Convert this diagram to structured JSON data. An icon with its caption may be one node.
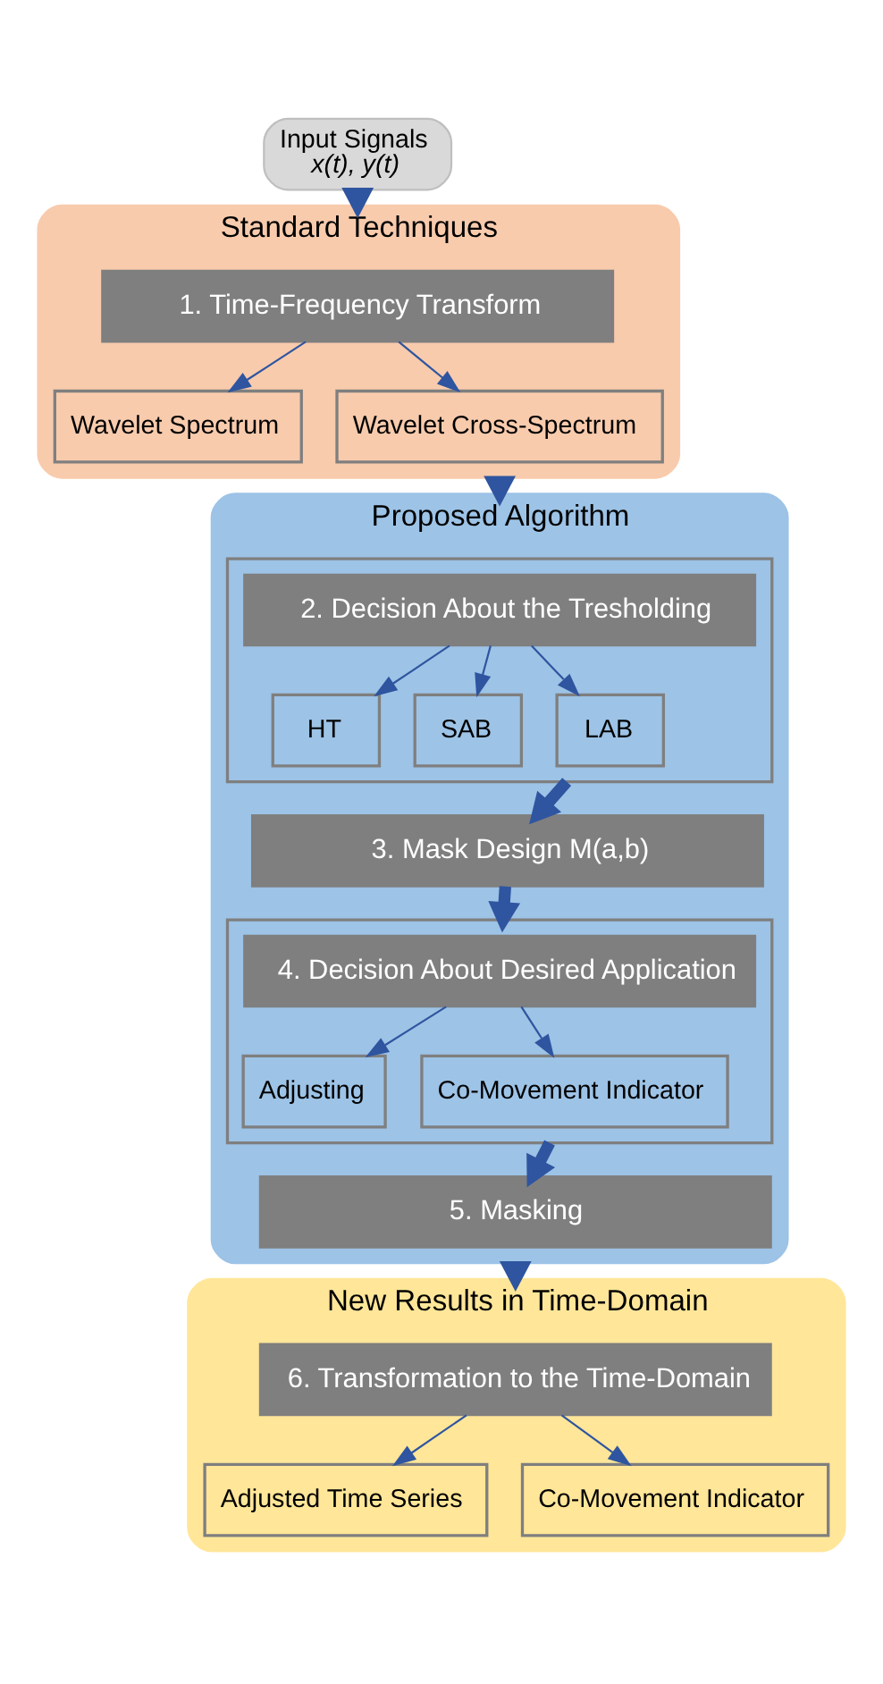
{
  "diagram": {
    "nodes": [
      {
        "text": [
          "Input Signals",
          "x(t), y(t)"
        ]
      },
      {
        "text": [
          "Standard Techniques"
        ]
      },
      {
        "text": [
          "1. Time-Frequency Transform"
        ],
        "in": 1
      },
      {
        "text": [
          "Wavelet Spectrum"
        ],
        "in": 1
      },
      {
        "text": [
          "Wavelet Cross-Spectrum"
        ],
        "in": 1
      },
      {
        "text": [
          "Proposed Algorithm"
        ]
      },
      {
        "text": [],
        "shape": "box",
        "in": 5
      },
      {
        "text": [
          "2. Decision About the Tresholding"
        ],
        "in": 6
      },
      {
        "text": [
          "HT"
        ],
        "in": 6
      },
      {
        "text": [
          "SAB"
        ],
        "in": 6
      },
      {
        "text": [
          "LAB"
        ],
        "in": 6
      },
      {
        "text": [
          "3. Mask Design M(a,b)"
        ],
        "in": 5
      },
      {
        "text": [],
        "shape": "box",
        "in": 5
      },
      {
        "text": [
          "4. Decision About Desired Application"
        ],
        "in": 12
      },
      {
        "text": [
          "Adjusting"
        ],
        "in": 12
      },
      {
        "text": [
          "Co-Movement Indicator"
        ],
        "in": 12
      },
      {
        "text": [
          "5. Masking"
        ],
        "in": 5
      },
      {
        "text": [
          "New Results in Time-Domain"
        ]
      },
      {
        "text": [
          "6. Transformation to the Time-Domain"
        ],
        "in": 17
      },
      {
        "text": [
          "Adjusted Time Series"
        ],
        "in": 17
      },
      {
        "text": [
          "Co-Movement Indicator"
        ],
        "in": 17
      }
    ],
    "edges": [
      {
        "from": 0,
        "to": 1,
        "arrow": "to",
        "style": "thick"
      },
      {
        "from": 2,
        "to": 3,
        "arrow": "to"
      },
      {
        "from": 2,
        "to": 4,
        "arrow": "to"
      },
      {
        "from": 1,
        "to": 5,
        "arrow": "to",
        "style": "thick"
      },
      {
        "from": 7,
        "to": 8,
        "arrow": "to"
      },
      {
        "from": 7,
        "to": 9,
        "arrow": "to"
      },
      {
        "from": 7,
        "to": 10,
        "arrow": "to"
      },
      {
        "from": 6,
        "to": 11,
        "arrow": "to",
        "style": "thick"
      },
      {
        "from": 11,
        "to": 12,
        "arrow": "to",
        "style": "thick"
      },
      {
        "from": 13,
        "to": 14,
        "arrow": "to"
      },
      {
        "from": 13,
        "to": 15,
        "arrow": "to"
      },
      {
        "from": 12,
        "to": 16,
        "arrow": "to",
        "style": "thick"
      },
      {
        "from": 5,
        "to": 17,
        "arrow": "to",
        "style": "thick"
      },
      {
        "from": 18,
        "to": 19,
        "arrow": "to"
      },
      {
        "from": 18,
        "to": 20,
        "arrow": "to"
      }
    ]
  }
}
